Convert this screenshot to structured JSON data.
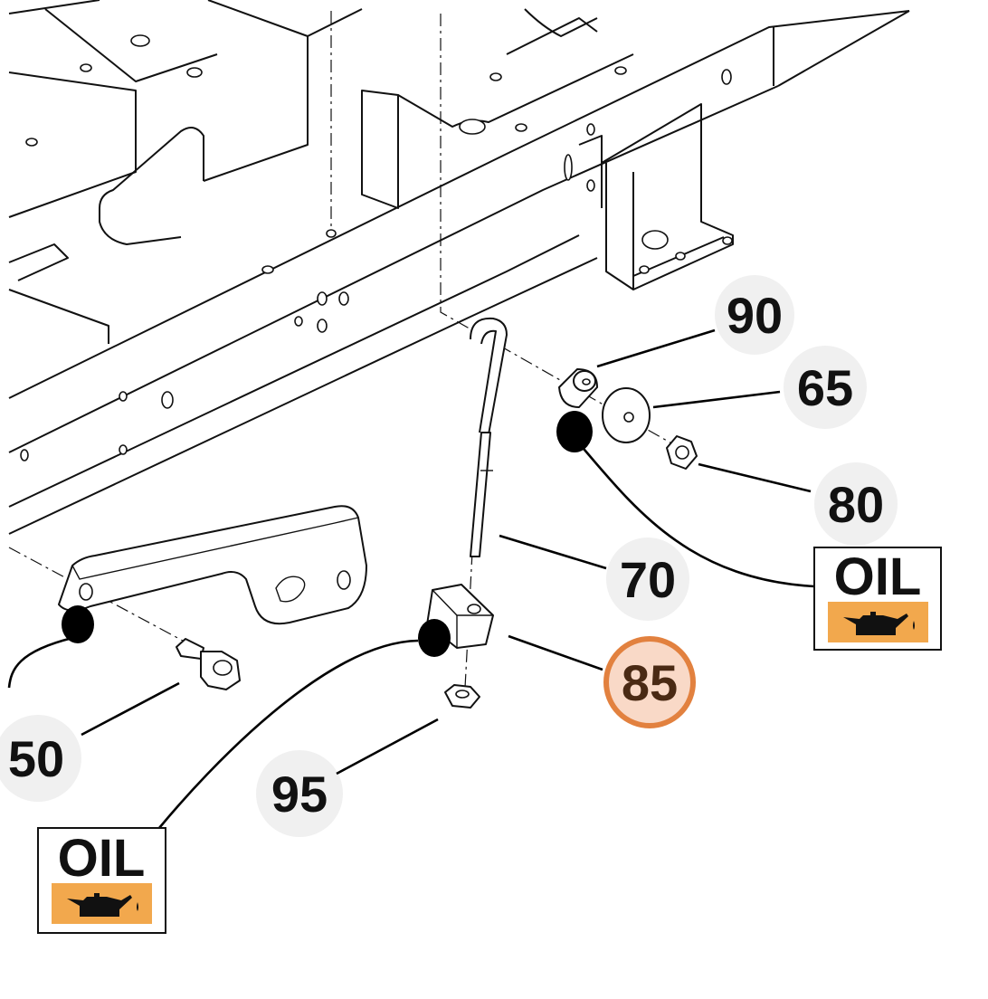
{
  "callouts": {
    "c90": "90",
    "c65": "65",
    "c80": "80",
    "c70": "70",
    "c85": "85",
    "c50": "50",
    "c95": "95"
  },
  "oil_labels": {
    "right": "OIL",
    "left": "OIL"
  },
  "colors": {
    "highlight_fill": "#f9d9c7",
    "highlight_stroke": "#e2813f",
    "oil_band": "#f2a84d"
  },
  "icons": [
    "oil-can-icon",
    "lubrication-point-marker"
  ]
}
